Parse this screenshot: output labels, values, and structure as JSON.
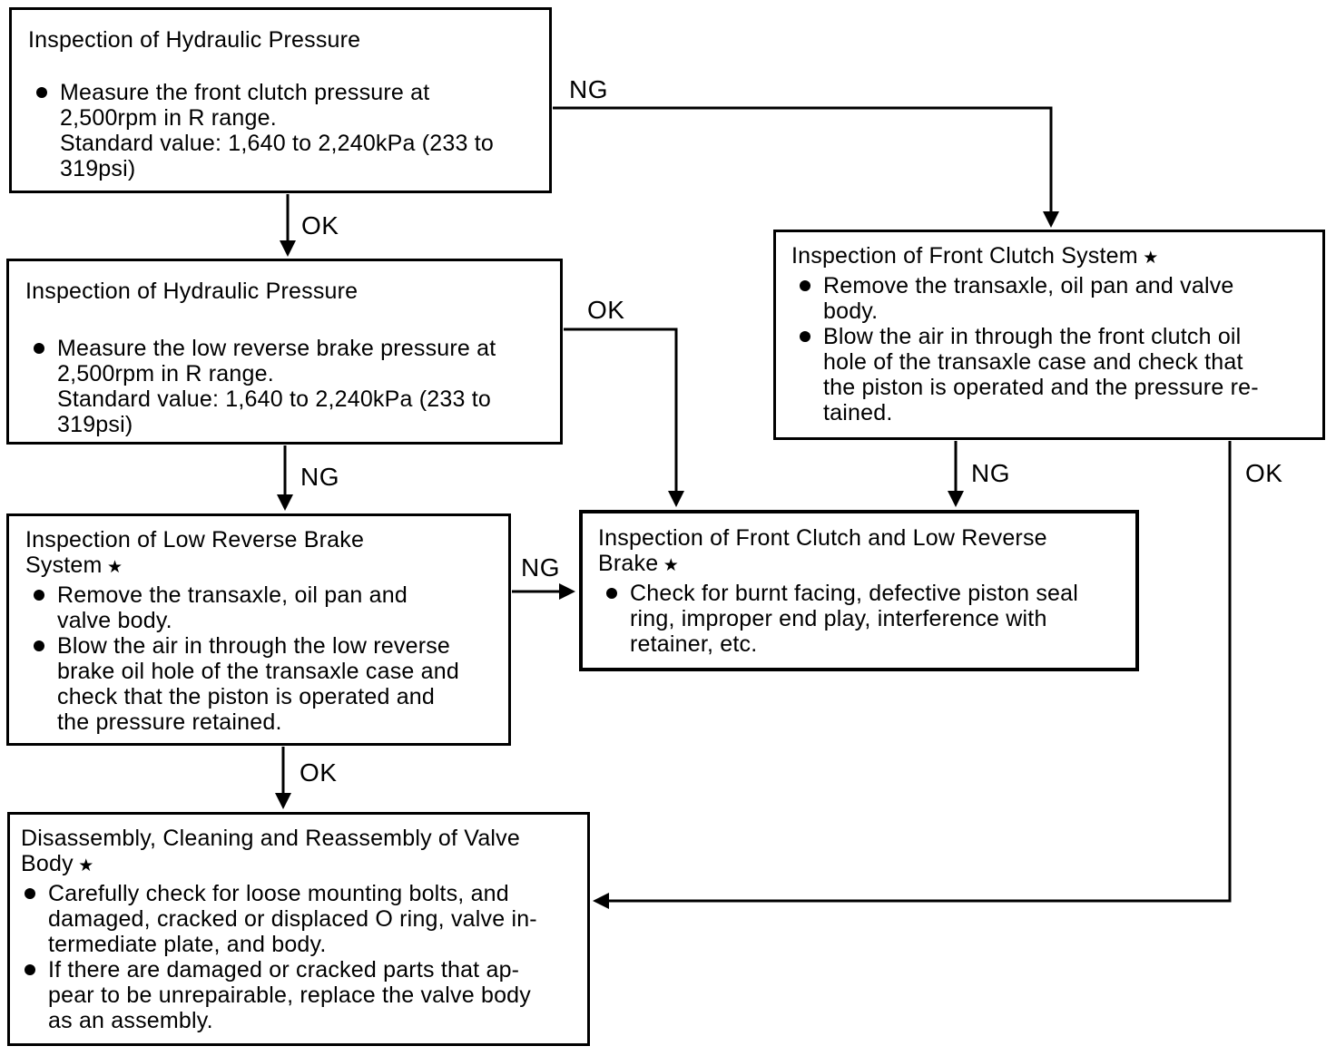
{
  "diagram": {
    "colors": {
      "ink": "#000000",
      "background": "#ffffff"
    },
    "nodes": {
      "a": {
        "title": "Inspection of Hydraulic Pressure",
        "bullets": {
          "b1": "Measure the front clutch pressure at\n2,500rpm in R range.\nStandard value: 1,640 to 2,240kPa (233 to\n319psi)"
        }
      },
      "b": {
        "title": "Inspection of Hydraulic Pressure",
        "bullets": {
          "b1": "Measure the low reverse brake pressure at\n2,500rpm in R range.\nStandard value: 1,640 to 2,240kPa (233 to\n319psi)"
        }
      },
      "c": {
        "title": "Inspection of Front Clutch System",
        "star": " ★",
        "bullets": {
          "b1": "Remove the transaxle, oil pan and valve\nbody.",
          "b2": "Blow the air in through the front clutch oil\nhole of the transaxle case and check that\nthe piston is operated and the pressure re-\ntained."
        }
      },
      "d": {
        "title": "Inspection of Low Reverse Brake\nSystem",
        "star": " ★",
        "bullets": {
          "b1": "Remove the transaxle, oil pan and\nvalve body.",
          "b2": "Blow the air in through the low reverse\nbrake oil hole of the transaxle case and\ncheck that the piston is operated and\nthe pressure retained."
        }
      },
      "e": {
        "title": "Inspection of Front Clutch and Low Reverse\nBrake",
        "star": " ★",
        "bullets": {
          "b1": "Check for burnt facing, defective piston seal\nring, improper end play, interference with\nretainer, etc."
        }
      },
      "f": {
        "title": "Disassembly, Cleaning and Reassembly of Valve\nBody",
        "star": " ★",
        "bullets": {
          "b1": "Carefully check for loose mounting bolts, and\ndamaged, cracked or displaced O ring, valve in-\ntermediate plate, and body.",
          "b2": "If there are damaged or cracked parts that ap-\npear to be unrepairable, replace the valve body\nas an assembly."
        }
      }
    },
    "edges": {
      "a_to_b": {
        "label": "OK"
      },
      "a_to_c": {
        "label": "NG"
      },
      "b_to_e": {
        "label": "OK"
      },
      "b_to_d": {
        "label": "NG"
      },
      "c_to_e": {
        "label": "NG"
      },
      "c_to_f": {
        "label": "OK"
      },
      "d_to_e": {
        "label": "NG"
      },
      "d_to_f": {
        "label": "OK"
      }
    }
  }
}
